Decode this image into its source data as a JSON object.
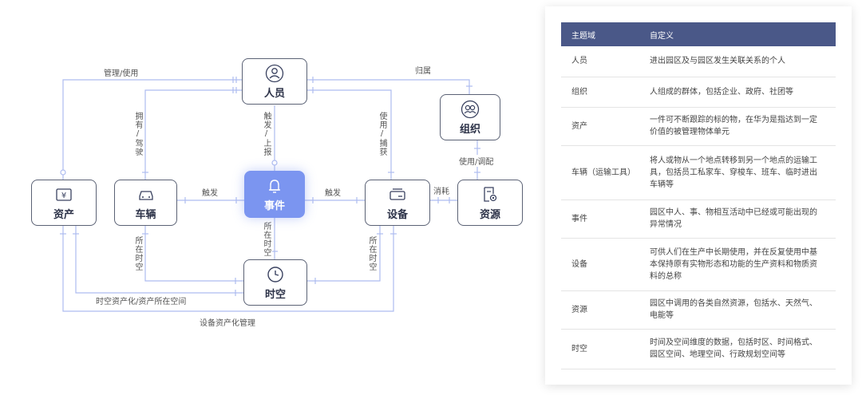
{
  "diagram": {
    "nodes": {
      "person": "人员",
      "org": "组织",
      "asset": "资产",
      "vehicle": "车辆",
      "event": "事件",
      "device": "设备",
      "resource": "资源",
      "spacetime": "时空"
    },
    "edges": {
      "manage_use": "管理/使用",
      "belong": "归属",
      "own_drive": "拥有/驾驶",
      "trigger_report": "触发/上报",
      "use_capture": "使用/捕获",
      "use_dispatch": "使用/调配",
      "trigger_left": "触发",
      "trigger_right": "触发",
      "consume": "消耗",
      "located_left": "所在时空",
      "located_mid": "所在时空",
      "located_right": "所在时空",
      "asset_space": "时空资产化/资产所在空间",
      "device_asset_mgmt": "设备资产化管理"
    },
    "colors": {
      "line": "#aebcf0",
      "event_fill": "#7b95f0",
      "table_header": "#4a5888"
    }
  },
  "table": {
    "headers": [
      "主题域",
      "自定义"
    ],
    "rows": [
      {
        "domain": "人员",
        "definition": "进出园区及与园区发生关联关系的个人"
      },
      {
        "domain": "组织",
        "definition": "人组成的群体，包括企业、政府、社团等"
      },
      {
        "domain": "资产",
        "definition": "一件可不断跟踪的标的物，在华为是指达到一定价值的被管理物体单元"
      },
      {
        "domain": "车辆（运输工具）",
        "definition": "将人或物从一个地点转移到另一个地点的运输工具，包括员工私家车、穿梭车、班车、临时进出车辆等"
      },
      {
        "domain": "事件",
        "definition": "园区中人、事、物相互活动中已经或可能出现的异常情况"
      },
      {
        "domain": "设备",
        "definition": "可供人们在生产中长期使用，并在反复使用中基本保持原有实物形态和功能的生产资料和物质资料的总称"
      },
      {
        "domain": "资源",
        "definition": "园区中调用的各类自然资源，包括水、天然气、电能等"
      },
      {
        "domain": "时空",
        "definition": "时间及空间维度的数据，包括时区、时间格式、园区空间、地理空间、行政规划空间等"
      }
    ]
  }
}
